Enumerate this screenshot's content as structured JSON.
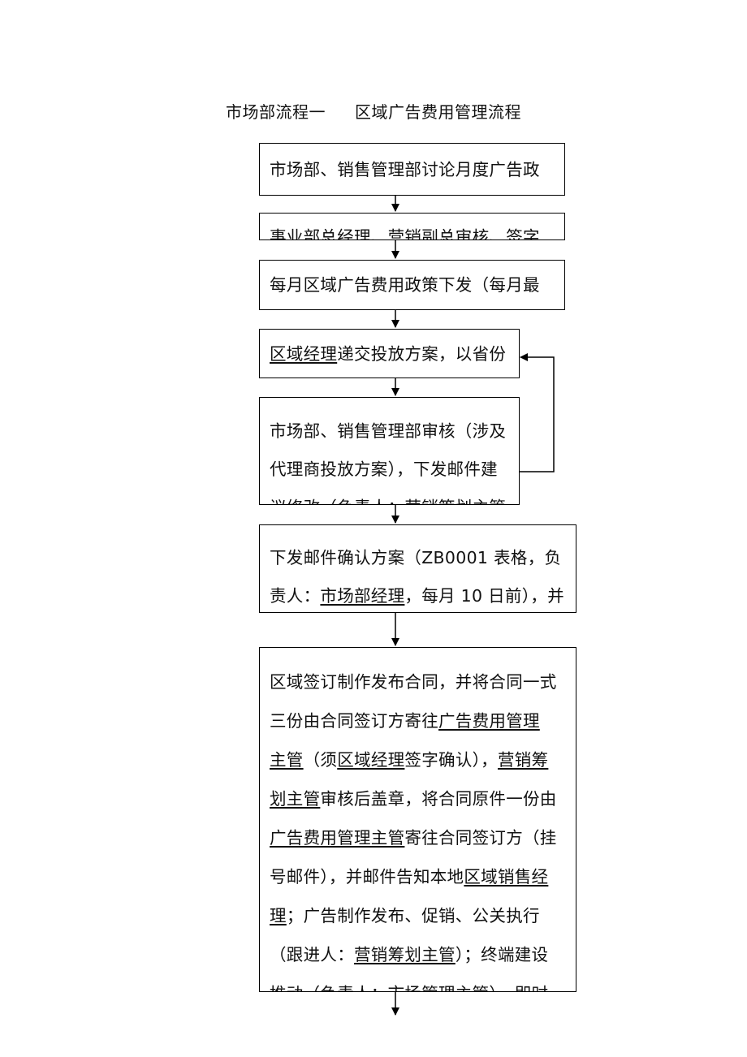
{
  "title": {
    "left": "市场部流程一",
    "right": "区域广告费用管理流程"
  },
  "steps": [
    {
      "id": "step1",
      "lines": [
        [
          {
            "t": "市场部、销售管理部讨论月度广告政"
          }
        ]
      ]
    },
    {
      "id": "step2",
      "lines": [
        [
          {
            "t": "事业部总经理、营销副总审核、签字"
          }
        ]
      ]
    },
    {
      "id": "step3",
      "lines": [
        [
          {
            "t": "每月区域广告费用政策下发（每月最"
          }
        ]
      ]
    },
    {
      "id": "step4",
      "lines": [
        [
          {
            "t": "区域经理",
            "u": true
          },
          {
            "t": "递交投放方案，以省份"
          }
        ]
      ]
    },
    {
      "id": "step5",
      "lines": [
        [
          {
            "t": "市场部、销售管理部审核（涉及"
          }
        ],
        [
          {
            "t": "代理商投放方案），下发邮件建"
          }
        ],
        [
          {
            "t": "议修改（负责人：营销策划主管"
          }
        ]
      ]
    },
    {
      "id": "step6",
      "lines": [
        [
          {
            "t": "下发邮件确认方案（ZB0001 表格，负"
          }
        ],
        [
          {
            "t": "责人："
          },
          {
            "t": "市场部经理",
            "u": true
          },
          {
            "t": "，每月 10 日前），并"
          }
        ]
      ]
    },
    {
      "id": "step7",
      "lines": [
        [
          {
            "t": "区域签订制作发布合同，并将合同一式"
          }
        ],
        [
          {
            "t": "三份由合同签订方寄往"
          },
          {
            "t": "广告费用管理",
            "u": true
          }
        ],
        [
          {
            "t": "主管",
            "u": true
          },
          {
            "t": "（须"
          },
          {
            "t": "区域经理",
            "u": true
          },
          {
            "t": "签字确认），"
          },
          {
            "t": "营销筹",
            "u": true
          }
        ],
        [
          {
            "t": "划主管",
            "u": true
          },
          {
            "t": "审核后盖章，将合同原件一份由"
          }
        ],
        [
          {
            "t": "广告费用管理主管",
            "u": true
          },
          {
            "t": "寄往合同签订方（挂"
          }
        ],
        [
          {
            "t": "号邮件），并邮件告知本地"
          },
          {
            "t": "区域销售经",
            "u": true
          }
        ],
        [
          {
            "t": "理",
            "u": true
          },
          {
            "t": "；广告制作发布、促销、公关执行"
          }
        ],
        [
          {
            "t": "（跟进人："
          },
          {
            "t": "营销筹划主管",
            "u": true
          },
          {
            "t": "）；终端建设"
          }
        ],
        [
          {
            "t": "推动（负责人：市场管理主管），即时"
          }
        ]
      ]
    }
  ]
}
